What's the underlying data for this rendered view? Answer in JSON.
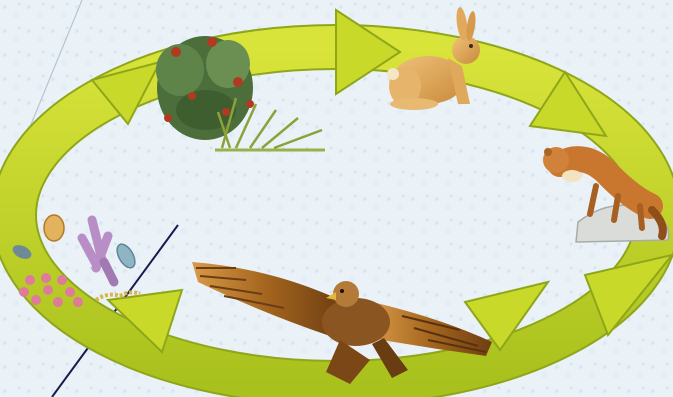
{
  "diagram": {
    "background": "#eaf2f8",
    "arrow_fill": "#c9d92a",
    "arrow_edge": "#8fa61a",
    "direction": "clockwise",
    "cycle": [
      {
        "stage": "plants",
        "icon": "shrub-and-grass-icon"
      },
      {
        "stage": "herbivore",
        "icon": "hare-icon"
      },
      {
        "stage": "predator",
        "icon": "marten-on-rock-icon"
      },
      {
        "stage": "top-predator",
        "icon": "eagle-icon"
      },
      {
        "stage": "decomposers",
        "icon": "microorganisms-icon"
      }
    ]
  }
}
